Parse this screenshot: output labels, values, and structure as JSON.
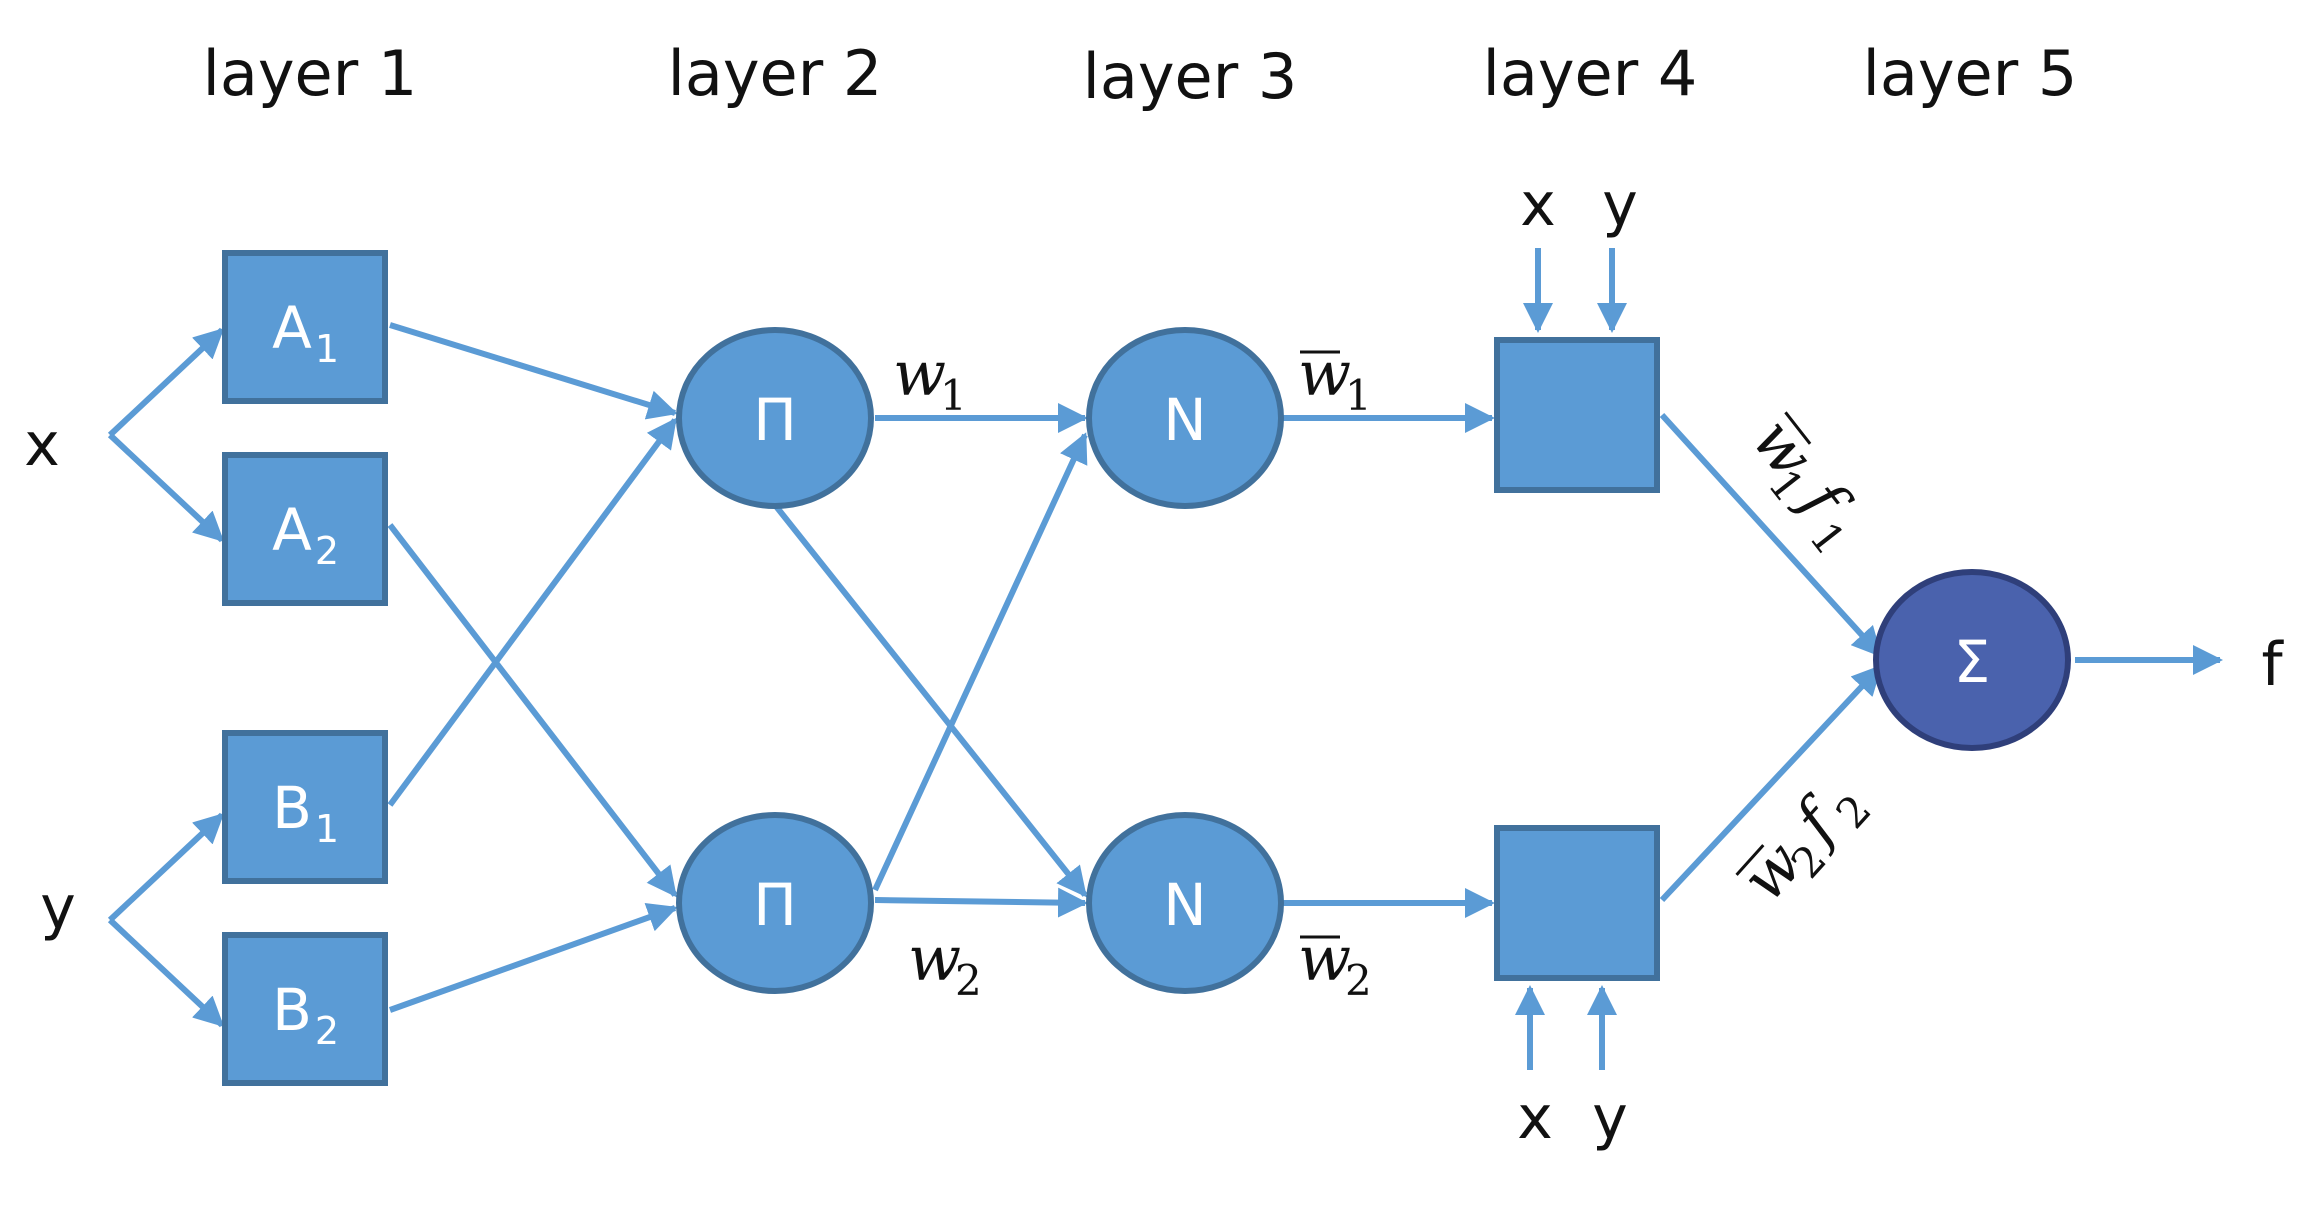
{
  "layers": [
    "layer 1",
    "layer 2",
    "layer 3",
    "layer 4",
    "layer 5"
  ],
  "inputs": {
    "x": "x",
    "y": "y"
  },
  "layer1": [
    {
      "letter": "A",
      "sub": "1"
    },
    {
      "letter": "A",
      "sub": "2"
    },
    {
      "letter": "B",
      "sub": "1"
    },
    {
      "letter": "B",
      "sub": "2"
    }
  ],
  "layer2": {
    "symbol": "Π"
  },
  "layer3": {
    "symbol": "N"
  },
  "layer5": {
    "symbol": "Σ"
  },
  "edges": {
    "w": "w",
    "f": "f",
    "sub1": "1",
    "sub2": "2"
  },
  "layer4_inputs": {
    "x": "x",
    "y": "y"
  },
  "output": "f",
  "colors": {
    "node": "#5b9bd5",
    "node_border": "#41719c",
    "sum_node": "#4a62ad",
    "edge": "#5b9bd5"
  }
}
